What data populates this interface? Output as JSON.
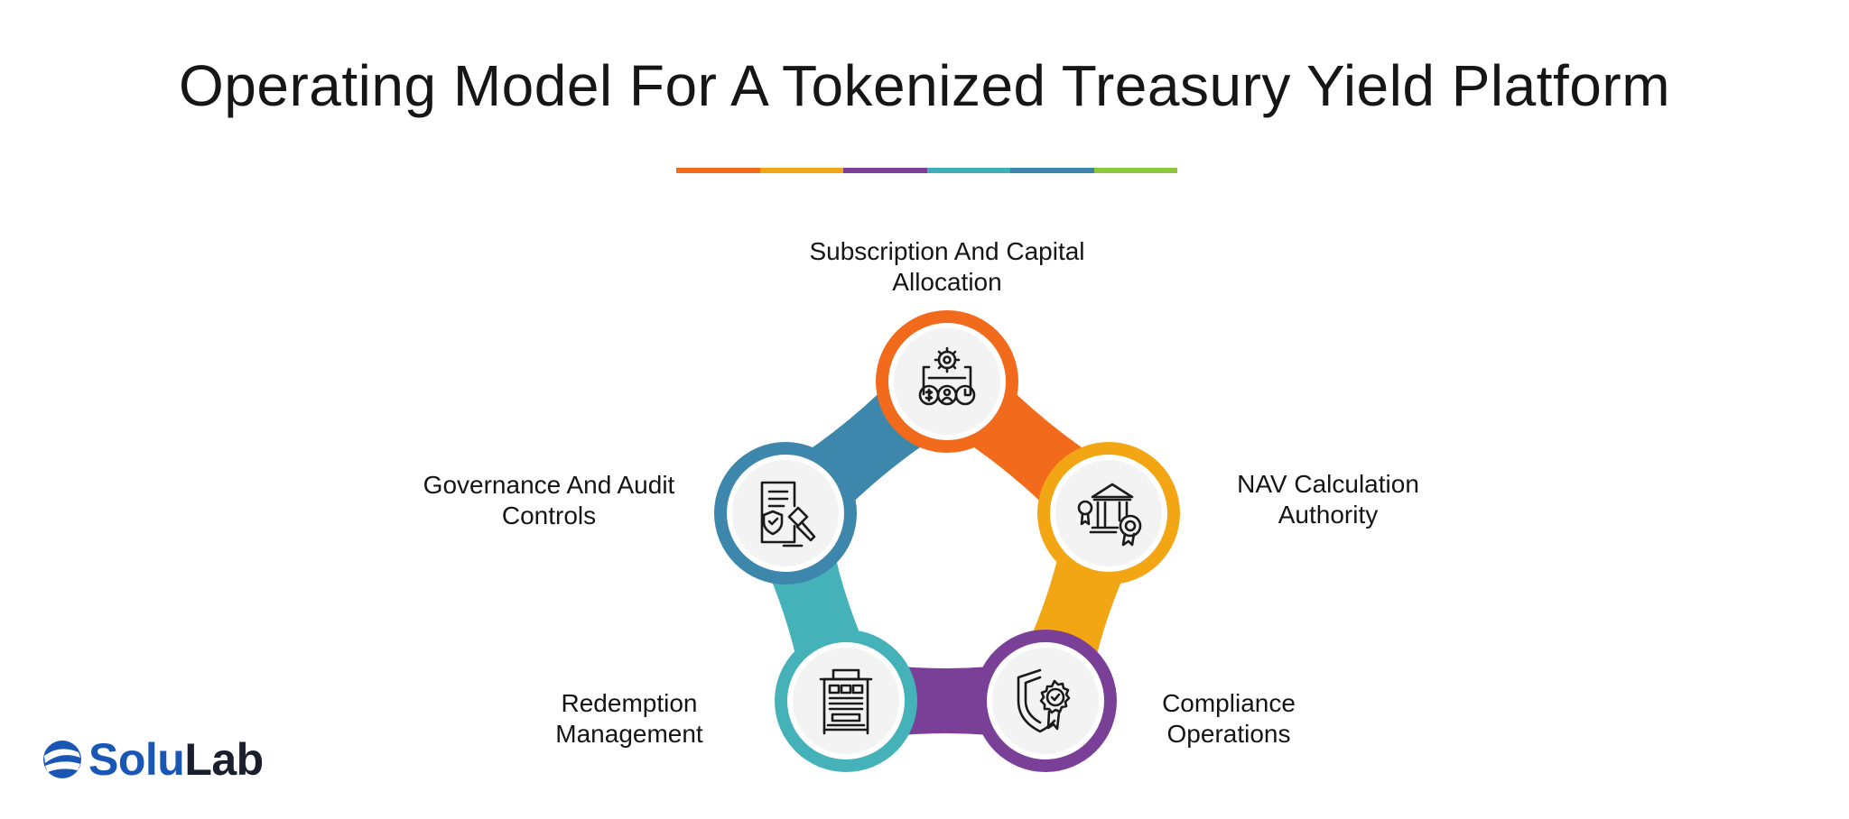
{
  "title": "Operating Model For A Tokenized Treasury Yield Platform",
  "title_bar_colors": [
    "#f26a1b",
    "#f3a614",
    "#7a3f97",
    "#40aeb8",
    "#3c86aa",
    "#8dc63f"
  ],
  "nodes": [
    {
      "id": "subscription",
      "label_lines": [
        "Subscription And Capital",
        "Allocation"
      ],
      "color": "#f26a1b",
      "icon": "gear-money-users-icon"
    },
    {
      "id": "nav",
      "label_lines": [
        "NAV Calculation",
        "Authority"
      ],
      "color": "#f3a614",
      "icon": "bank-certificate-icon"
    },
    {
      "id": "compliance",
      "label_lines": [
        "Compliance",
        "Operations"
      ],
      "color": "#7a3f97",
      "icon": "shield-badge-icon"
    },
    {
      "id": "redemption",
      "label_lines": [
        "Redemption",
        "Management"
      ],
      "color": "#45b1b9",
      "icon": "vending-machine-icon"
    },
    {
      "id": "governance",
      "label_lines": [
        "Governance And Audit",
        "Controls"
      ],
      "color": "#3d86ac",
      "icon": "document-gavel-icon"
    }
  ],
  "logo": {
    "part1": "Solu",
    "part2": "Lab"
  }
}
